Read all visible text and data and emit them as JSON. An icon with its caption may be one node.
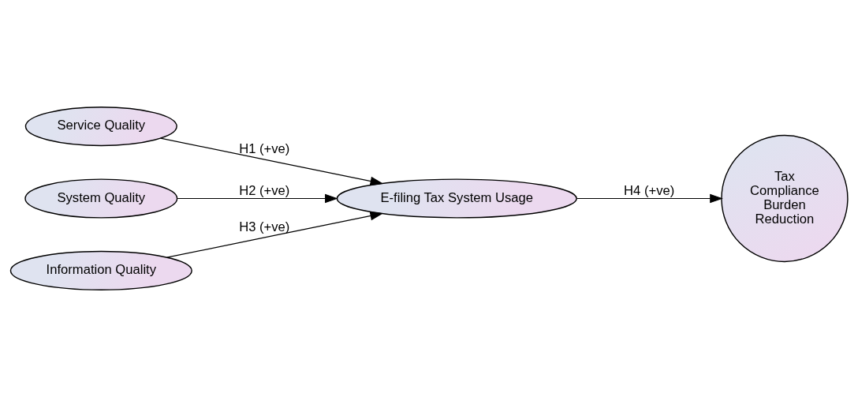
{
  "diagram": {
    "nodes": [
      {
        "text": [
          "Service Quality"
        ]
      },
      {
        "text": [
          "System Quality"
        ]
      },
      {
        "text": [
          "Information Quality"
        ]
      },
      {
        "text": [
          "E-filing Tax System Usage"
        ]
      },
      {
        "text": [
          "Tax Compliance Burden Reduction"
        ]
      }
    ],
    "edges": [
      {
        "from": 0,
        "to": 3,
        "arrow": "to",
        "label": "H1 (+ve)"
      },
      {
        "from": 1,
        "to": 3,
        "arrow": "to",
        "label": "H2 (+ve)"
      },
      {
        "from": 2,
        "to": 3,
        "arrow": "to",
        "label": "H3 (+ve)"
      },
      {
        "from": 3,
        "to": 4,
        "arrow": "to",
        "label": "H4 (+ve)"
      }
    ]
  }
}
